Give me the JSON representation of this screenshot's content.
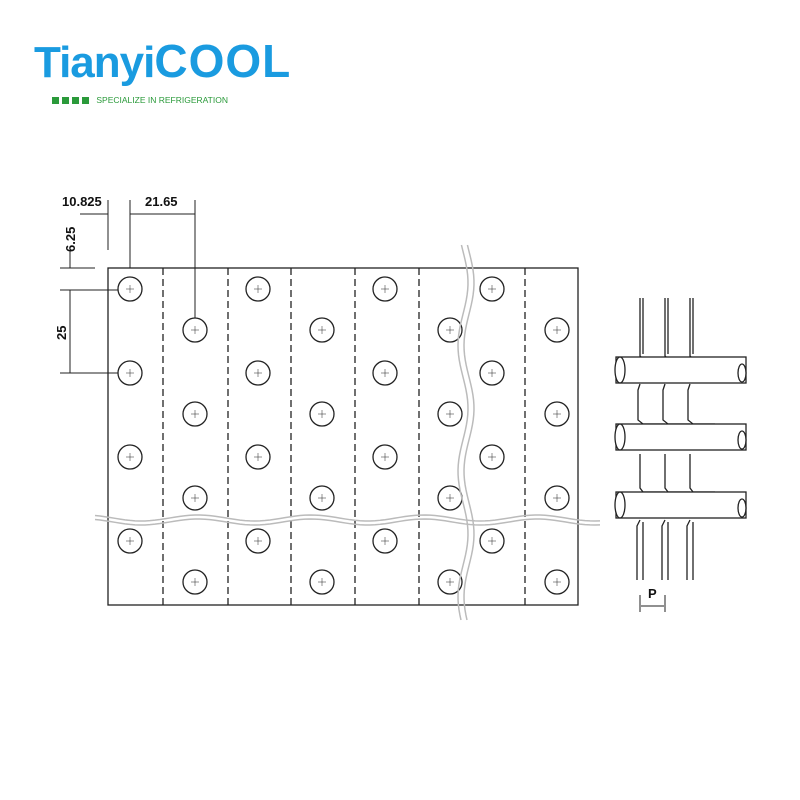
{
  "logo": {
    "part1": "Tianyi",
    "part2": "COOL",
    "tagline": "SPECIALIZE IN REFRIGERATION",
    "brand_color": "#1a9be0",
    "tag_color": "#2a9a3a"
  },
  "dimensions": {
    "half_pitch": "10.825",
    "row_pitch": "21.65",
    "edge_offset": "6.25",
    "tube_pitch": "25",
    "fin_pitch": "P"
  }
}
